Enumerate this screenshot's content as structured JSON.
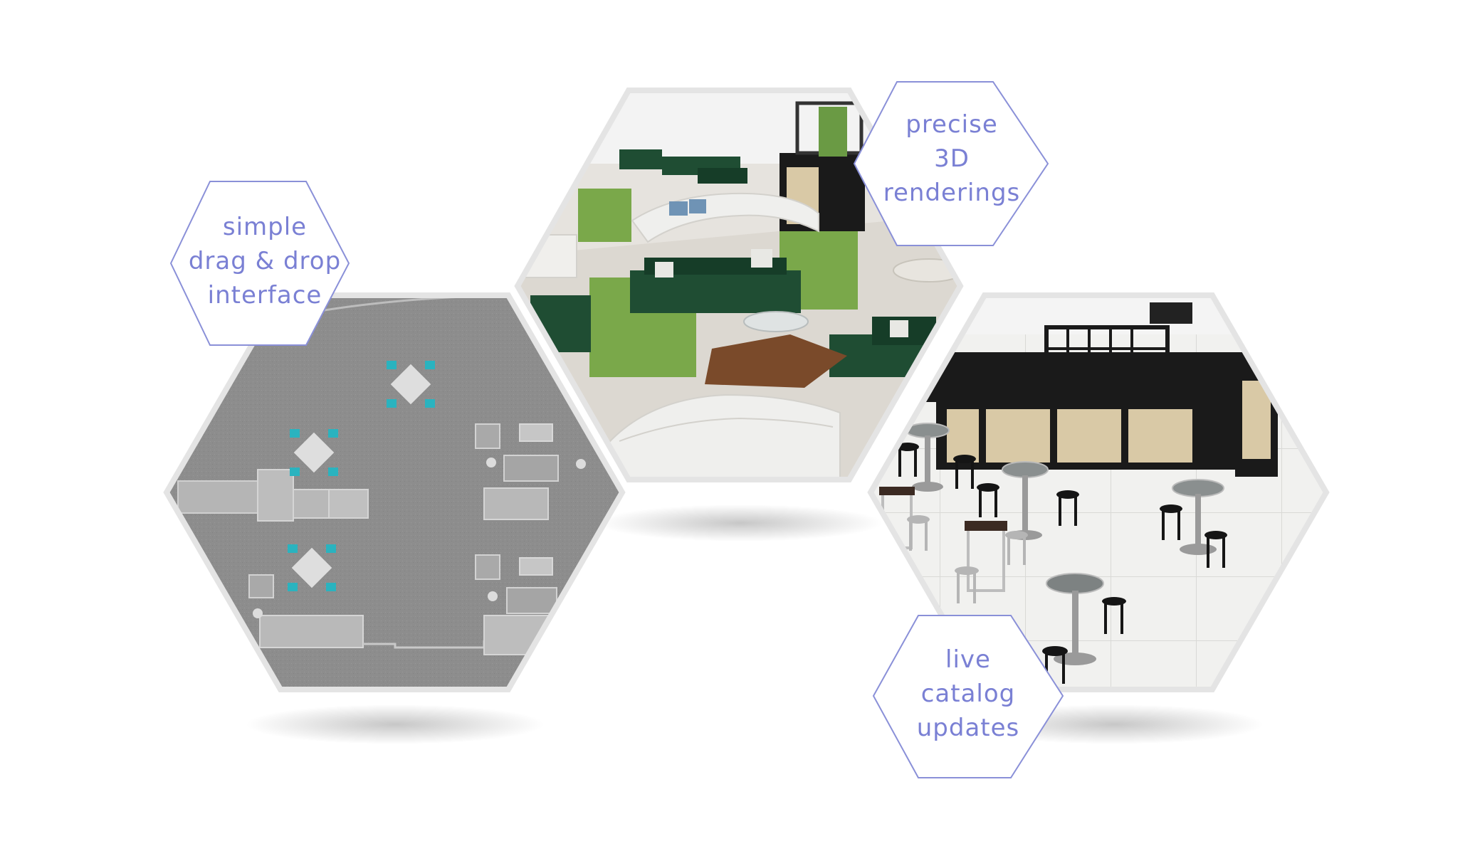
{
  "features": {
    "drag_drop": {
      "lines": [
        "simple",
        "drag & drop",
        "interface"
      ]
    },
    "renderings": {
      "lines": [
        "precise",
        "3D",
        "renderings"
      ]
    },
    "catalog": {
      "lines": [
        "live",
        "catalog",
        "updates"
      ]
    }
  },
  "colors": {
    "label_stroke": "#8a90d8",
    "label_text": "#7a80d4",
    "hex_border": "#e4e4e4",
    "floorplan_bg": "#8e8e8e",
    "sofa_green": "#1f4d33",
    "hedge_green": "#7aa84a",
    "bar_black": "#1a1a1a",
    "bar_panel": "#d9c9a6",
    "chair_teal": "#2ab3bf"
  },
  "icons": [
    "floorplan-render",
    "lounge-render",
    "bar-render"
  ]
}
